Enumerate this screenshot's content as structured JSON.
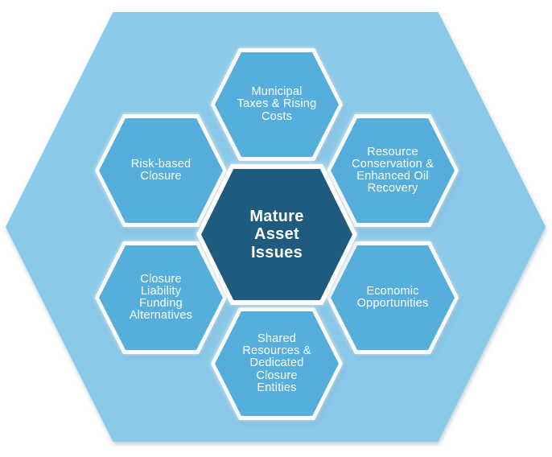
{
  "colors": {
    "page-bg": "#FFFFFF",
    "outer-hex": "#8BC9E9",
    "tile-hex": "#56AEDC",
    "center-hex": "#1E5B7E",
    "ring": "#FFFFFF",
    "label-text": "#FFFFFF"
  },
  "center_tile": {
    "label": "Mature\nAsset\nIssues"
  },
  "tiles": [
    {
      "position": "top",
      "label": "Municipal\nTaxes & Rising\nCosts"
    },
    {
      "position": "upper-right",
      "label": "Resource\nConservation &\nEnhanced Oil\nRecovery"
    },
    {
      "position": "lower-right",
      "label": "Economic\nOpportunities"
    },
    {
      "position": "bottom",
      "label": "Shared\nResources &\nDedicated\nClosure\nEntities"
    },
    {
      "position": "lower-left",
      "label": "Closure\nLiability\nFunding\nAlternatives"
    },
    {
      "position": "upper-left",
      "label": "Risk-based\nClosure"
    }
  ]
}
